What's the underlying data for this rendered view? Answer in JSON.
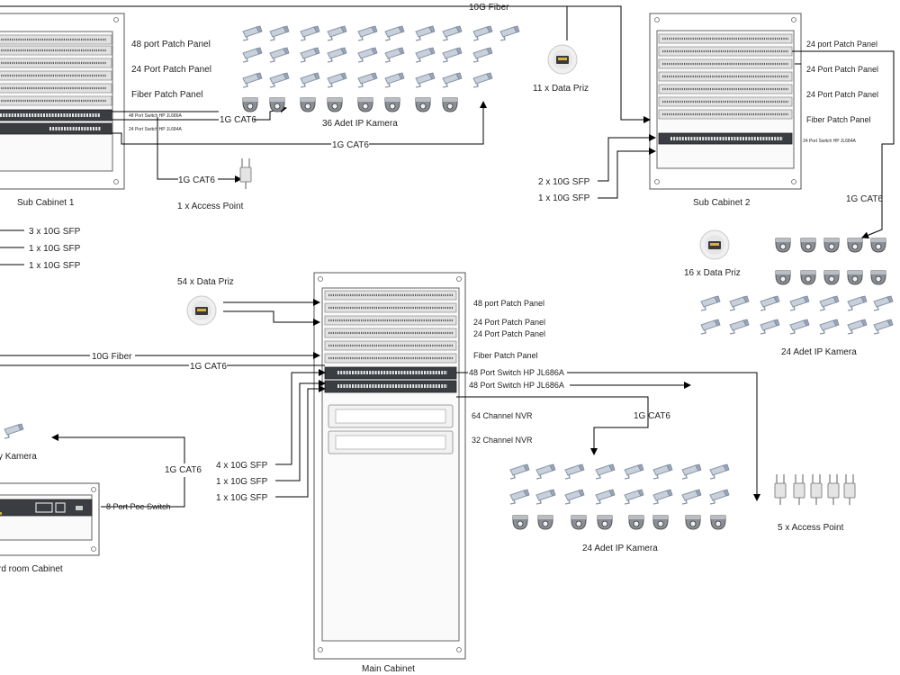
{
  "labels": {
    "fiber_top": "10G Fiber",
    "pp48_sub1": "48 port Patch Panel",
    "pp24_sub1": "24 Port Patch Panel",
    "fiber_pp_sub1": "Fiber Patch Panel",
    "sw_sub1_a": "48 Port Switch HP JL686A",
    "sw_sub1_b": "24 Port Switch HP JL684A",
    "cat6_a": "1G CAT6",
    "cat6_b": "1G CAT6",
    "cat6_c": "1G CAT6",
    "cam36": "36 Adet IP Kamera",
    "ap1": "1 x Access Point",
    "sub1": "Sub Cabinet 1",
    "priz11": "11 x Data Priz",
    "sfp3": "3 x 10G SFP",
    "sfp1a": "1 x 10G SFP",
    "sfp1b": "1 x 10G SFP",
    "pp24_sub2_a": "24 port Patch Panel",
    "pp24_sub2_b": "24 Port Patch Panel",
    "pp24_sub2_c": "24 Port Patch Panel",
    "fiber_pp_sub2": "Fiber Patch Panel",
    "sw_sub2": "24 Port Switch HP JL684A",
    "sfp2_sub2": "2 x 10G SFP",
    "sfp1_sub2": "1 x 10G SFP",
    "sub2": "Sub Cabinet 2",
    "cat6_sub2": "1G CAT6",
    "priz16": "16 x Data Priz",
    "cam24_right": "24 Adet IP Kamera",
    "priz54": "54 x Data Priz",
    "pp48_main": "48 port Patch Panel",
    "pp24_main_a": "24 Port Patch Panel",
    "pp24_main_b": "24 Port Patch Panel",
    "fiber_pp_main": "Fiber Patch Panel",
    "sw_main_a": "48 Port Switch HP JL686A",
    "sw_main_b": "48 Port Switch HP JL686A",
    "nvr64": "64 Channel NVR",
    "nvr32": "32 Channel NVR",
    "fiber_left": "10G Fiber",
    "cat6_left": "1G CAT6",
    "cat6_nvr": "1G CAT6",
    "cam_left": "y Kamera",
    "cat6_guard": "1G CAT6",
    "sfp4_main": "4 x 10G SFP",
    "sfp1_main_a": "1 x 10G SFP",
    "sfp1_main_b": "1 x 10G SFP",
    "poe": "8 Port Poe Switch",
    "guard": "rd room Cabinet",
    "cam24_bottom": "24 Adet IP Kamera",
    "ap5": "5 x Access Point",
    "main": "Main Cabinet"
  },
  "icons": {
    "cctv": "bullet-camera-icon",
    "dome": "dome-camera-icon",
    "socket": "data-socket-icon",
    "ap": "access-point-icon"
  },
  "colors": {
    "switch": "#3a3e43",
    "panel": "#e2e2e2",
    "line": "#000000"
  }
}
